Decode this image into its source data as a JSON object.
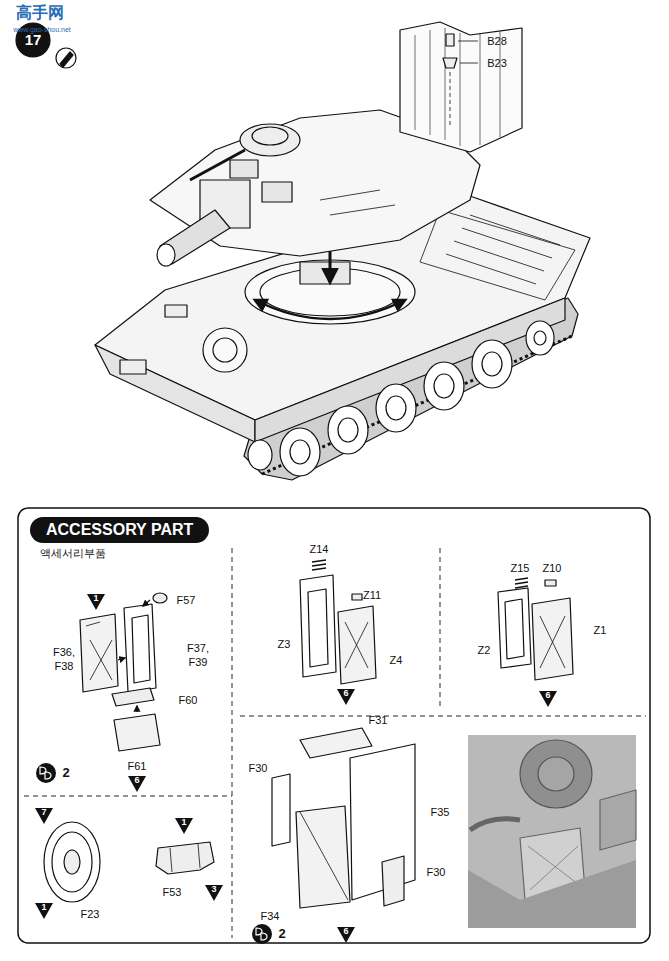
{
  "diagram": {
    "nodes": [
      {
        "text": [
          "ACCESSORY PART",
          "액세서리부품"
        ]
      }
    ],
    "labels": [
      "高手网",
      "www.gao-shou.net",
      "17",
      "B28",
      "B23",
      "1",
      "F57",
      "F36,",
      "F38",
      "F37,",
      "F39",
      "F60",
      "F61",
      "6",
      "2",
      "Z14",
      "Z11",
      "Z3",
      "Z4",
      "6",
      "Z15",
      "Z10",
      "Z2",
      "Z1",
      "6",
      "7",
      "1",
      "F23",
      "1",
      "3",
      "F53",
      "F31",
      "F30",
      "F35",
      "F34",
      "F30",
      "2",
      "6"
    ]
  }
}
